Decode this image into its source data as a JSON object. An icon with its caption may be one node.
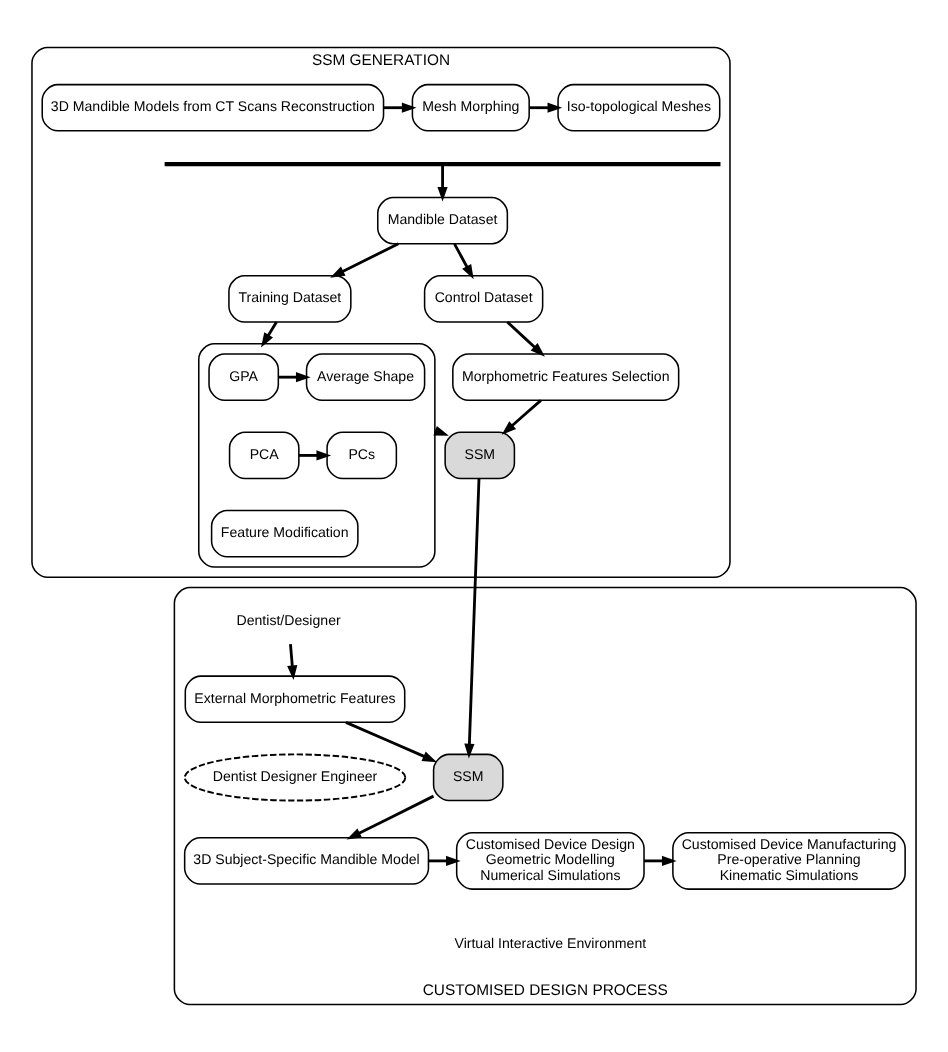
{
  "diagram": {
    "nodes": [
      {
        "text": [
          "SSM GENERATION"
        ]
      },
      {
        "text": [
          "3D Mandible Models from CT Scans Reconstruction"
        ],
        "in": 0
      },
      {
        "text": [
          "Mesh Morphing"
        ],
        "in": 0
      },
      {
        "text": [
          "Iso-topological Meshes"
        ],
        "in": 0
      },
      {
        "text": [
          "Mandible Dataset"
        ],
        "in": 0
      },
      {
        "text": [
          "Training Dataset"
        ],
        "in": 0
      },
      {
        "text": [
          "Control Dataset"
        ],
        "in": 0
      },
      {
        "text": [],
        "shape": "box",
        "in": 0
      },
      {
        "text": [
          "GPA"
        ],
        "in": 7
      },
      {
        "text": [
          "Average Shape"
        ],
        "in": 7
      },
      {
        "text": [
          "PCA"
        ],
        "in": 7
      },
      {
        "text": [
          "PCs"
        ],
        "in": 7
      },
      {
        "text": [
          "Feature Modification"
        ],
        "in": 7
      },
      {
        "text": [
          "Morphometric Features Selection"
        ],
        "in": 0
      },
      {
        "text": [
          "SSM"
        ],
        "in": 0
      },
      {
        "text": [
          "CUSTOMISED DESIGN PROCESS"
        ]
      },
      {
        "text": [
          "Dentist/Designer"
        ],
        "in": 15
      },
      {
        "text": [
          "External Morphometric Features"
        ],
        "in": 15
      },
      {
        "text": [
          "SSM"
        ],
        "in": 15
      },
      {
        "text": [
          "3D Subject-Specific Mandible Model"
        ],
        "in": 15
      },
      {
        "text": [
          "Dentist Designer Engineer"
        ],
        "in": 15
      },
      {
        "text": [
          "Customised Device Design",
          "Geometric Modelling",
          "Numerical Simulations"
        ],
        "beside": [
          "Virtual Interactive Environment"
        ],
        "in": 15
      },
      {
        "text": [
          "Customised Device Manufacturing",
          "Pre-operative Planning",
          "Kinematic Simulations"
        ],
        "in": 15
      },
      {
        "text": [],
        "shape": "bar",
        "in": 0
      }
    ],
    "edges": [
      {
        "from": 1,
        "to": 2,
        "arrow": "to"
      },
      {
        "from": 2,
        "to": 3,
        "arrow": "to"
      },
      {
        "from": 23,
        "to": 4,
        "arrow": "to"
      },
      {
        "from": 4,
        "to": 5,
        "arrow": "to"
      },
      {
        "from": 4,
        "to": 6,
        "arrow": "to"
      },
      {
        "from": 5,
        "to": 7,
        "arrow": "to"
      },
      {
        "from": 8,
        "to": 9,
        "arrow": "to"
      },
      {
        "from": 10,
        "to": 11,
        "arrow": "to"
      },
      {
        "from": 6,
        "to": 13,
        "arrow": "to"
      },
      {
        "from": 7,
        "to": 14,
        "arrow": "to"
      },
      {
        "from": 13,
        "to": 14,
        "arrow": "to"
      },
      {
        "from": 14,
        "to": 18,
        "arrow": "to"
      },
      {
        "from": 16,
        "to": 17,
        "arrow": "to"
      },
      {
        "from": 17,
        "to": 18,
        "arrow": "to"
      },
      {
        "from": 18,
        "to": 19,
        "arrow": "to"
      },
      {
        "from": 19,
        "to": 21,
        "arrow": "to"
      },
      {
        "from": 21,
        "to": 22,
        "arrow": "to"
      }
    ]
  }
}
